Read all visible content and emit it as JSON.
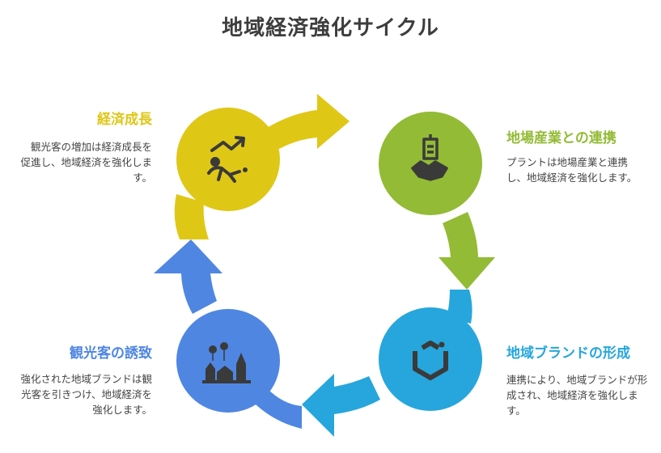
{
  "title": "地域経済強化サイクル",
  "colors": {
    "economic_growth": "#dfc716",
    "local_industry": "#93bb35",
    "regional_brand": "#26a6dc",
    "tourist_attraction": "#4f86e2",
    "icon": "#3a3a3a",
    "text": "#444444"
  },
  "steps": {
    "economic_growth": {
      "heading": "経済成長",
      "desc_lines": [
        "観光客の増加は経済成長を",
        "促進し、地域経済を強化しま",
        "す。"
      ],
      "icon": "growth-chart-icon"
    },
    "local_industry": {
      "heading": "地場産業との連携",
      "desc_lines": [
        "プラントは地場産業と連携",
        "し、地域経済を強化します。"
      ],
      "icon": "handshake-building-icon"
    },
    "regional_brand": {
      "heading": "地域ブランドの形成",
      "desc_lines": [
        "連携により、地域ブランドが形",
        "成され、地域経済を強化しま",
        "す。"
      ],
      "icon": "cube-icon"
    },
    "tourist_attraction": {
      "heading": "観光客の誘致",
      "desc_lines": [
        "強化された地域ブランドは観",
        "光客を引きつけ、地域経済を",
        "強化します。"
      ],
      "icon": "cityscape-balloons-icon"
    }
  }
}
